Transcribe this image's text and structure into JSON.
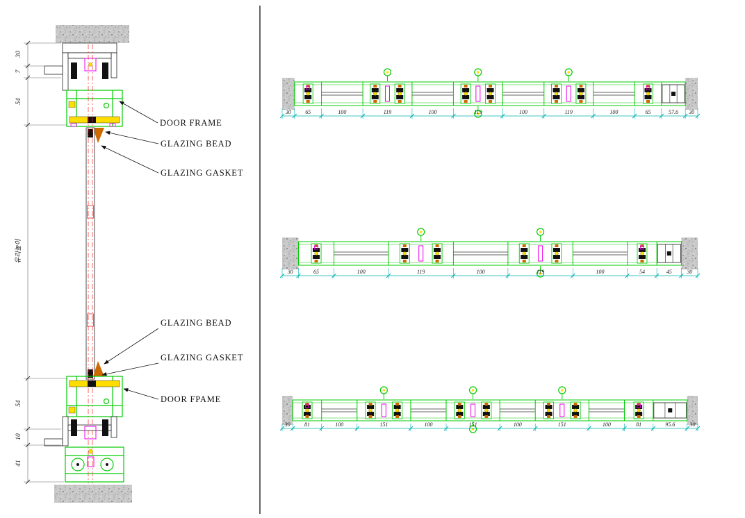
{
  "drawing": {
    "left_section": {
      "vertical_dims": [
        "30",
        "7",
        "54",
        "유리높이",
        "54",
        "10",
        "41"
      ],
      "callouts": [
        "DOOR FRAME",
        "GLAZING BEAD",
        "GLAZING GASKET",
        "GLAZING BEAD",
        "GLAZING GASKET",
        "DOOR FPAME"
      ]
    },
    "right_sections": [
      {
        "position": "top",
        "dims": [
          "30",
          "65",
          "100",
          "119",
          "100",
          "119",
          "100",
          "119",
          "100",
          "65",
          "57.6",
          "30"
        ]
      },
      {
        "position": "middle",
        "dims": [
          "30",
          "65",
          "100",
          "119",
          "100",
          "119",
          "100",
          "54",
          "45",
          "30"
        ]
      },
      {
        "position": "bottom",
        "dims": [
          "30",
          "81",
          "100",
          "151",
          "100",
          "151",
          "100",
          "151",
          "100",
          "81",
          "95.6",
          "30"
        ]
      }
    ],
    "colors": {
      "profile_green": "#00cc00",
      "dim_cyan": "#00b0b0",
      "accent_magenta": "#ee00ee",
      "accent_yellow": "#ffdd00",
      "accent_orange": "#cc6a00",
      "centerline_red": "#ff2222",
      "ink": "#111111"
    }
  }
}
